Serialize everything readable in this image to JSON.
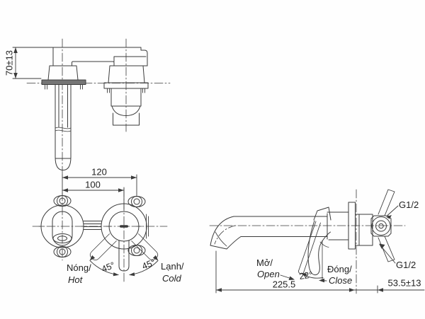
{
  "drawing": {
    "kind": "technical drawing - wall mounted basin mixer installation",
    "colors": {
      "background": "#fefefe",
      "line": "#3b3b3b",
      "text": "#1f1f1f",
      "flange_fill": "#757575"
    },
    "top_view": {
      "height_dim": "70±13"
    },
    "front_view": {
      "width_dim_outer": "120",
      "width_dim_inner": "100",
      "angle_hot": "45°",
      "angle_cold": "45°",
      "hot_label_vi": "Nóng/",
      "hot_label_en": "Hot",
      "cold_label_vi": "Lạnh/",
      "cold_label_en": "Cold"
    },
    "side_view": {
      "open_label_vi": "Mở/",
      "open_label_en": "Open",
      "open_angle": "22°",
      "close_label_vi": "Đóng/",
      "close_label_en": "Close",
      "spout_length_dim": "225.5",
      "wall_depth_dim": "53.5±13",
      "thread_label_top": "G1/2",
      "thread_label_bottom": "G1/2"
    }
  }
}
